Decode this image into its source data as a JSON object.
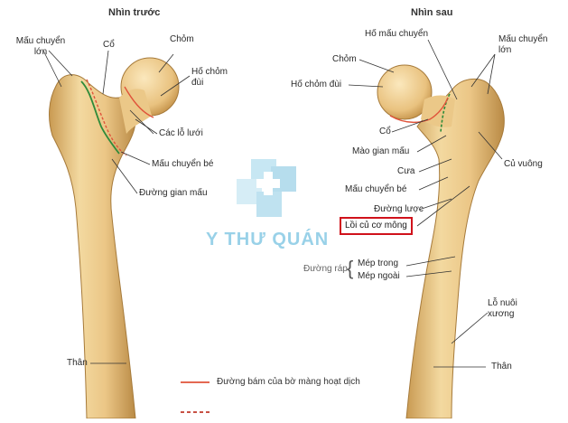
{
  "titles": {
    "front": "Nhìn trước",
    "back": "Nhìn sau"
  },
  "front_labels": {
    "greater_trochanter": "Mấu chuyển lớn",
    "neck": "Cổ",
    "head": "Chỏm",
    "fovea": "Hố chỏm đùi",
    "foramina": "Các lỗ lưới",
    "lesser_trochanter": "Mấu chuyển bé",
    "intertrochanteric_line": "Đường gian mấu",
    "shaft": "Thân"
  },
  "back_labels": {
    "trochanteric_fossa": "Hố mấu chuyển",
    "greater_trochanter": "Mấu chuyển lớn",
    "head": "Chỏm",
    "fovea": "Hố chỏm đùi",
    "neck": "Cổ",
    "intertrochanteric_crest": "Mào gian mấu",
    "tubercle": "Cưa",
    "quadrate_tubercle": "Củ vuông",
    "lesser_trochanter": "Mấu chuyển bé",
    "pectineal_line": "Đường lược",
    "gluteal_tuberosity": "Lồi củ cơ mông",
    "linea_aspera": "Đường ráp",
    "medial_lip": "Mép trong",
    "lateral_lip": "Mép ngoài",
    "nutrient_foramen": "Lỗ nuôi xương",
    "shaft": "Thân"
  },
  "legend": {
    "synovial_line": "Đường bám của bờ màng hoạt dịch",
    "synovial_line_color": "#e0533a",
    "capsule_line_color": "#c0392b"
  },
  "watermark": {
    "brand": "Y THƯ QUÁN",
    "icon": "medical-cross-icon"
  },
  "colors": {
    "bone": "#ecc783",
    "bone_shadow": "#c99a52",
    "highlight": "#d0121b",
    "green_line": "#2e8b3a"
  }
}
